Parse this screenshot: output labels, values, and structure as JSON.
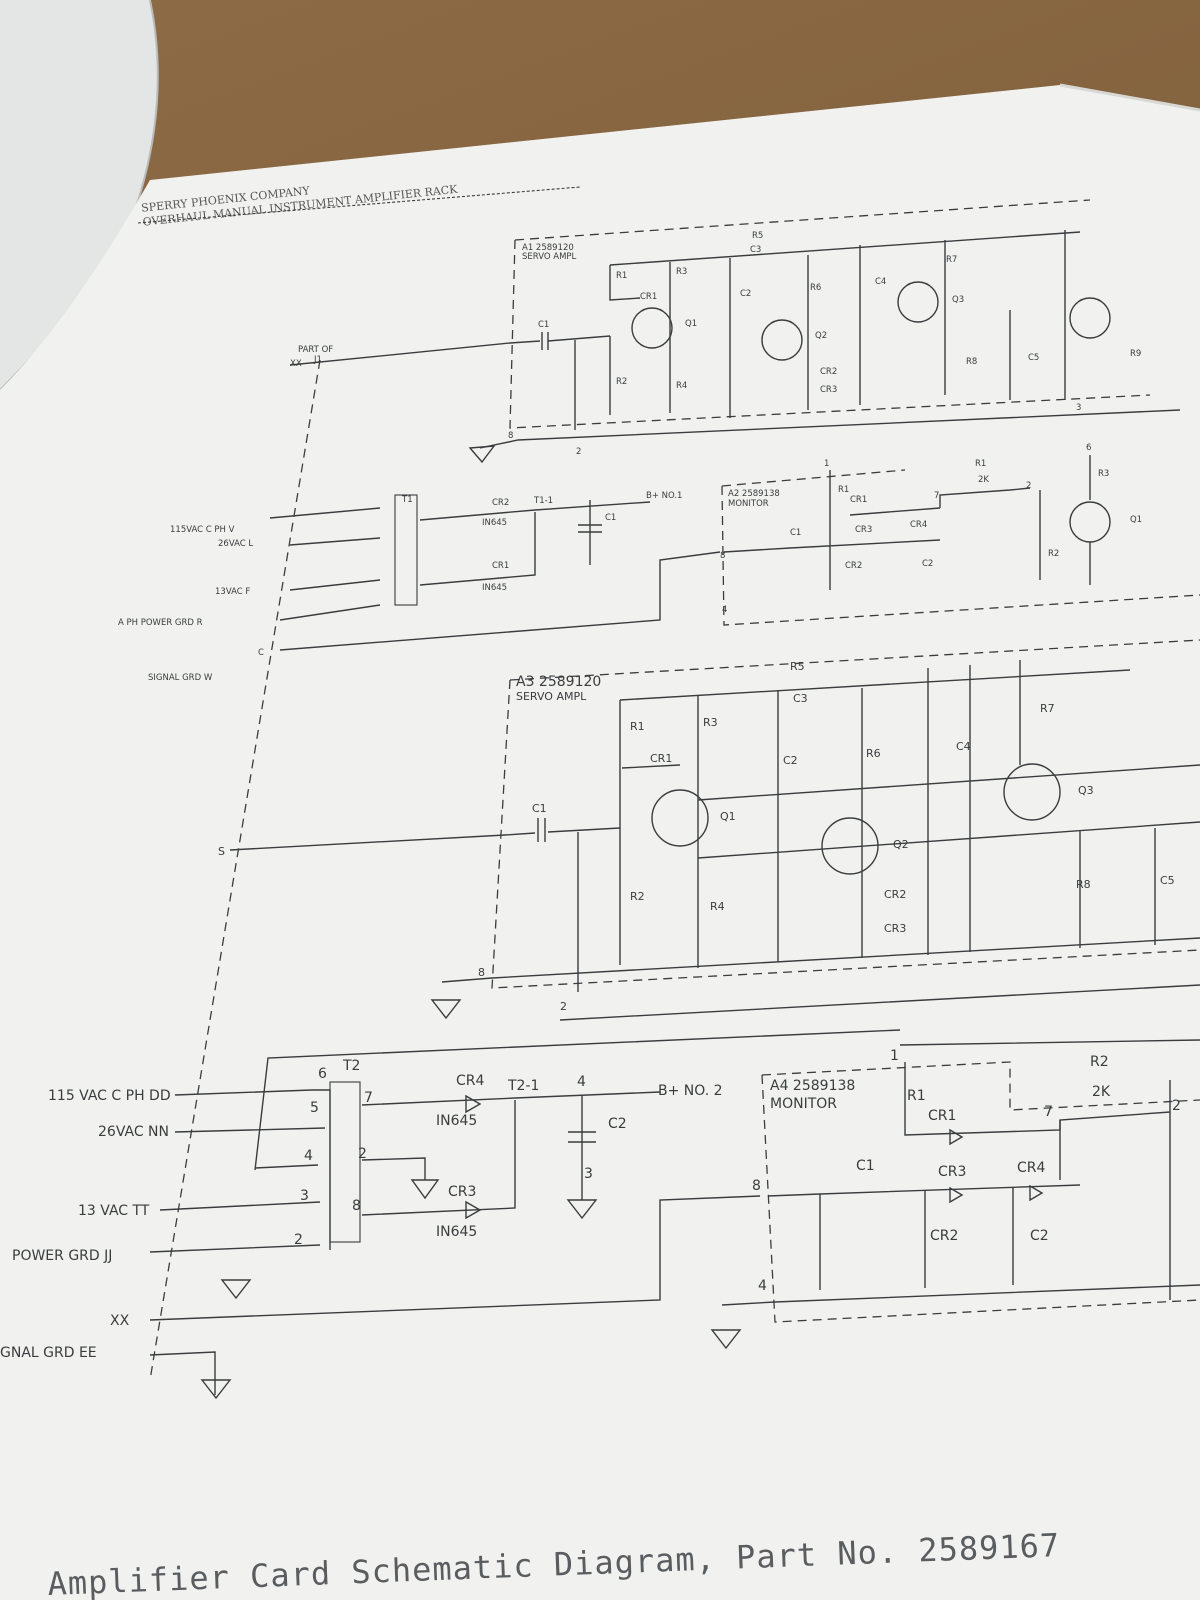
{
  "header": {
    "company": "SPERRY PHOENIX COMPANY",
    "manual": "OVERHAUL MANUAL INSTRUMENT AMPLIFIER RACK"
  },
  "cards": {
    "a1": {
      "title": "A1 2589120",
      "subtitle": "SERVO AMPL"
    },
    "a2": {
      "title": "A2 2589138",
      "subtitle": "MONITOR"
    },
    "a3": {
      "title": "A3 2589120",
      "subtitle": "SERVO AMPL"
    },
    "a4": {
      "title": "A4 2589138",
      "subtitle": "MONITOR"
    }
  },
  "transformers": {
    "t1": "T1",
    "t2": "T2",
    "t1_tap": "T1-1",
    "t2_tap": "T2-1"
  },
  "connectors": {
    "part_of": "PART OF",
    "j1": "J1",
    "xx_top": "XX",
    "v": "115VAC C PH V",
    "l": "26VAC L",
    "f": "13VAC F",
    "r": "A PH POWER GRD R",
    "c": "C",
    "w": "SIGNAL GRD W",
    "s": "S",
    "dd": "115 VAC C PH DD",
    "nn": "26VAC NN",
    "tt": "13 VAC TT",
    "jj": "POWER GRD JJ",
    "xx": "XX",
    "ee": "GNAL GRD EE"
  },
  "supplies": {
    "b1": "B+ NO.1",
    "b2": "B+ NO. 2"
  },
  "parts": {
    "r1": "R1",
    "r2": "R2",
    "r3": "R3",
    "r4": "R4",
    "r5": "R5",
    "r6": "R6",
    "r7": "R7",
    "r8": "R8",
    "r9": "R9",
    "c1": "C1",
    "c2": "C2",
    "c3": "C3",
    "c4": "C4",
    "c5": "C5",
    "cr1": "CR1",
    "cr2": "CR2",
    "cr3": "CR3",
    "cr4": "CR4",
    "q1": "Q1",
    "q2": "Q2",
    "q3": "Q3",
    "diode_type": "IN645",
    "r_2k": "2K"
  },
  "pins": {
    "p1": "1",
    "p2": "2",
    "p3": "3",
    "p4": "4",
    "p5": "5",
    "p6": "6",
    "p7": "7",
    "p8": "8"
  },
  "caption": "Amplifier Card Schematic Diagram, Part No. 2589167"
}
